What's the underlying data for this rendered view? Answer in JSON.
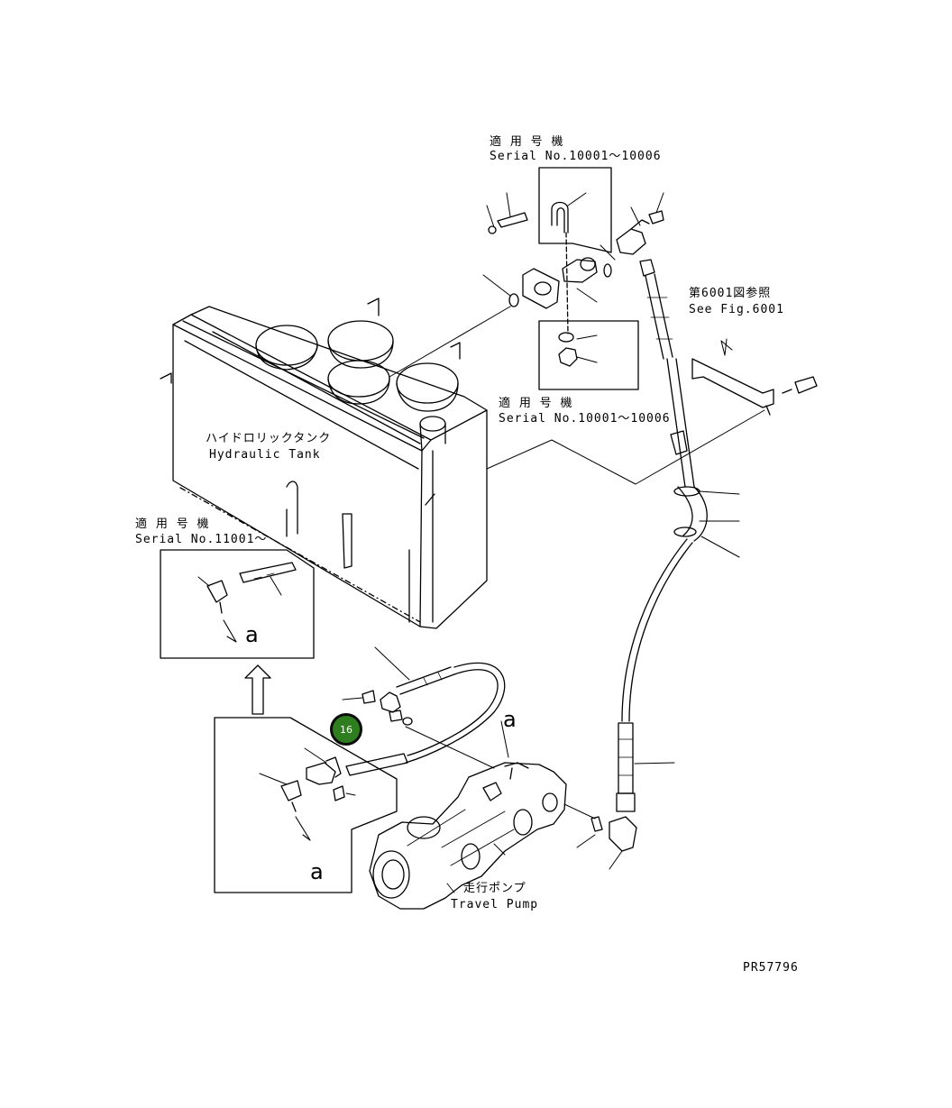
{
  "labels": {
    "serial_top_jp": "適 用 号 機",
    "serial_top_en": "Serial No.10001～10006",
    "serial_mid_jp": "適 用 号 機",
    "serial_mid_en": "Serial No.10001～10006",
    "serial_left_jp": "適 用 号 機",
    "serial_left_en": "Serial No.11001～",
    "see_fig_jp": "第6001図参照",
    "see_fig_en": "See Fig.6001",
    "tank_jp": "ハイドロリックタンク",
    "tank_en": "Hydraulic Tank",
    "pump_jp": "走行ポンプ",
    "pump_en": "Travel Pump",
    "marker_a_inset_top": "a",
    "marker_a_inset_bottom": "a",
    "marker_a_main": "a",
    "drawing_no": "PR57796"
  },
  "callout": {
    "number": "16",
    "color": "#2e7d1e"
  },
  "colors": {
    "line": "#000000",
    "background": "#ffffff"
  }
}
